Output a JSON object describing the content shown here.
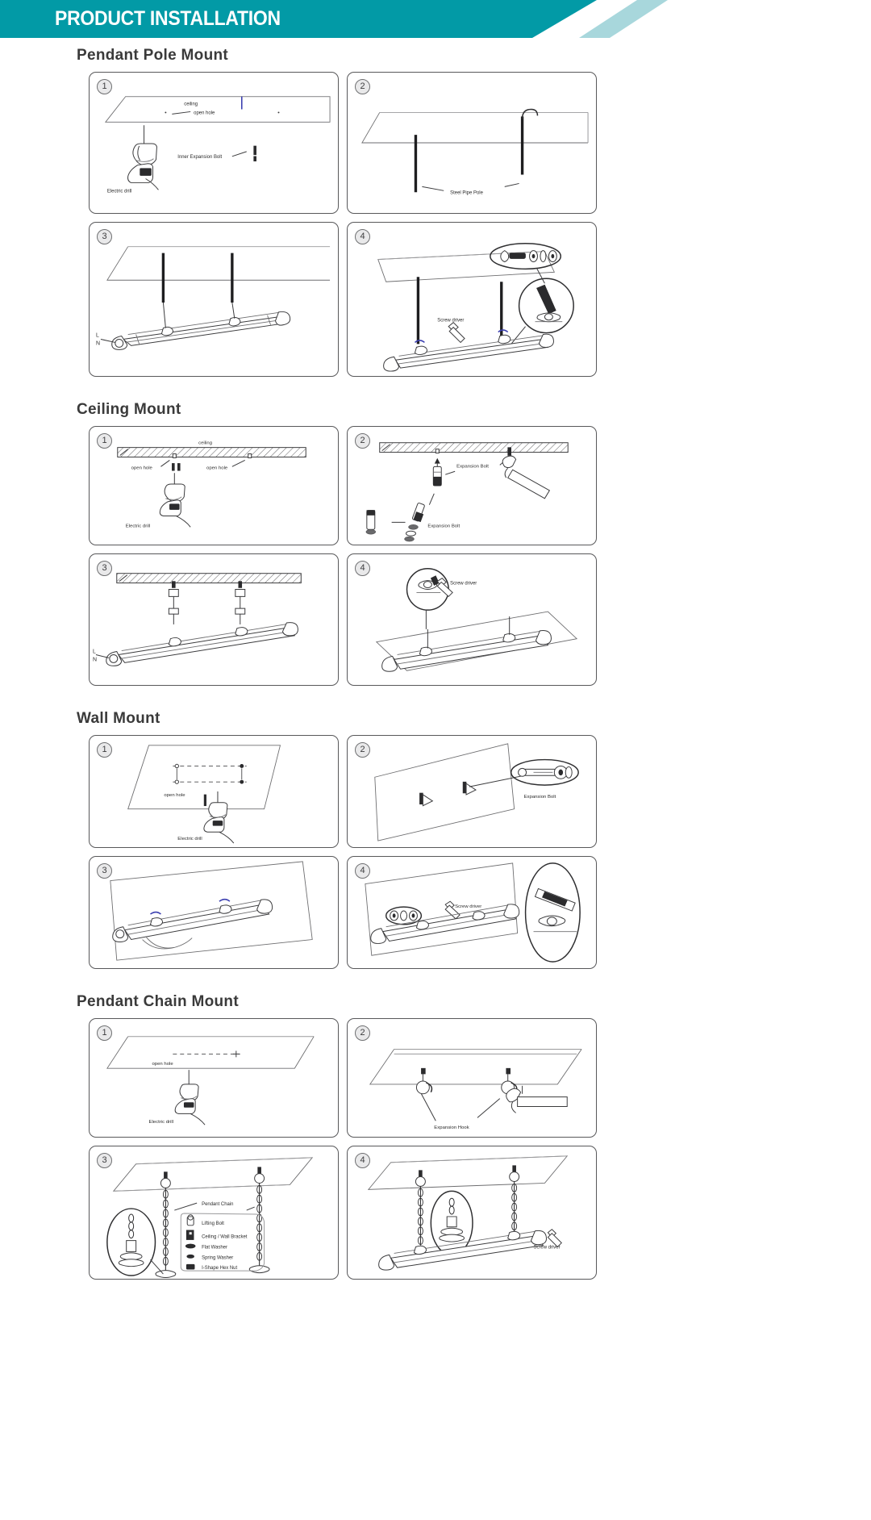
{
  "header": {
    "title": "PRODUCT INSTALLATION",
    "accent_color": "#029aa6",
    "stripe_color": "#a8d7dc"
  },
  "sections": [
    {
      "title": "Pendant Pole Mount",
      "panels": [
        {
          "number": "1",
          "labels": [
            "ceiling",
            "open hole",
            "Inner Expansion Bolt",
            "Electric drill"
          ]
        },
        {
          "number": "2",
          "labels": [
            "Steel Pipe Pole"
          ]
        },
        {
          "number": "3",
          "labels": [
            "L",
            "N"
          ]
        },
        {
          "number": "4",
          "labels": [
            "Screw driver"
          ]
        }
      ]
    },
    {
      "title": "Ceiling Mount",
      "panels": [
        {
          "number": "1",
          "labels": [
            "ceiling",
            "open hole",
            "open hole",
            "Electric drill"
          ]
        },
        {
          "number": "2",
          "labels": [
            "Expansion Bolt",
            "Expansion Bolt"
          ]
        },
        {
          "number": "3",
          "labels": [
            "L",
            "N"
          ]
        },
        {
          "number": "4",
          "labels": [
            "Screw driver"
          ]
        }
      ]
    },
    {
      "title": "Wall Mount",
      "panels": [
        {
          "number": "1",
          "labels": [
            "open hole",
            "Electric drill"
          ]
        },
        {
          "number": "2",
          "labels": [
            "Expansion Bolt"
          ]
        },
        {
          "number": "3",
          "labels": []
        },
        {
          "number": "4",
          "labels": [
            "Screw driver"
          ]
        }
      ]
    },
    {
      "title": "Pendant Chain Mount",
      "panels": [
        {
          "number": "1",
          "labels": [
            "open hole",
            "Electric drill"
          ]
        },
        {
          "number": "2",
          "labels": [
            "Expansion Hook"
          ]
        },
        {
          "number": "3",
          "labels": [
            "Pendant Chain",
            "Lifting Bolt",
            "Ceiling / Wall Bracket",
            "Flat Washer",
            "Spring Washer",
            "I-Shape Hex Nut"
          ]
        },
        {
          "number": "4",
          "labels": [
            "Screw driver"
          ]
        }
      ]
    }
  ]
}
